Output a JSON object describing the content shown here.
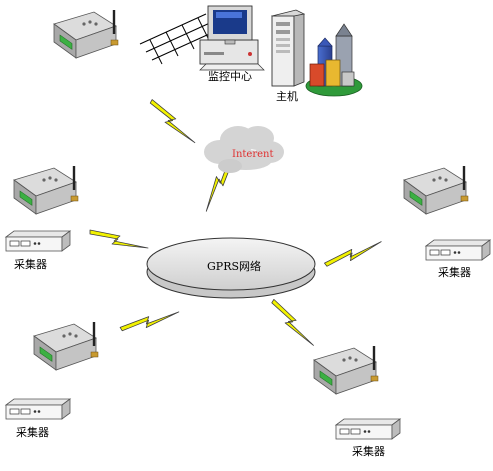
{
  "labels": {
    "monitor_center": "监控中心",
    "host": "主机",
    "internet": "Interent",
    "gprs_network": "GPRS网络",
    "collector": "采集器"
  },
  "colors": {
    "lightning": "#f2f200",
    "lightning_outline": "#404040",
    "hub_fill": "#e8e8e8",
    "cloud": "#d4d4d4",
    "cloud_text": "#e03030",
    "dtu_body": "#b8b8b8",
    "dtu_board": "#3cb043",
    "antenna": "#222222"
  },
  "icons": [
    "dtu-modem-icon",
    "collector-device-icon",
    "monitor-computer-icon",
    "server-tower-icon",
    "city-buildings-icon",
    "antenna-grid-icon",
    "cloud-icon",
    "lightning-icon"
  ]
}
